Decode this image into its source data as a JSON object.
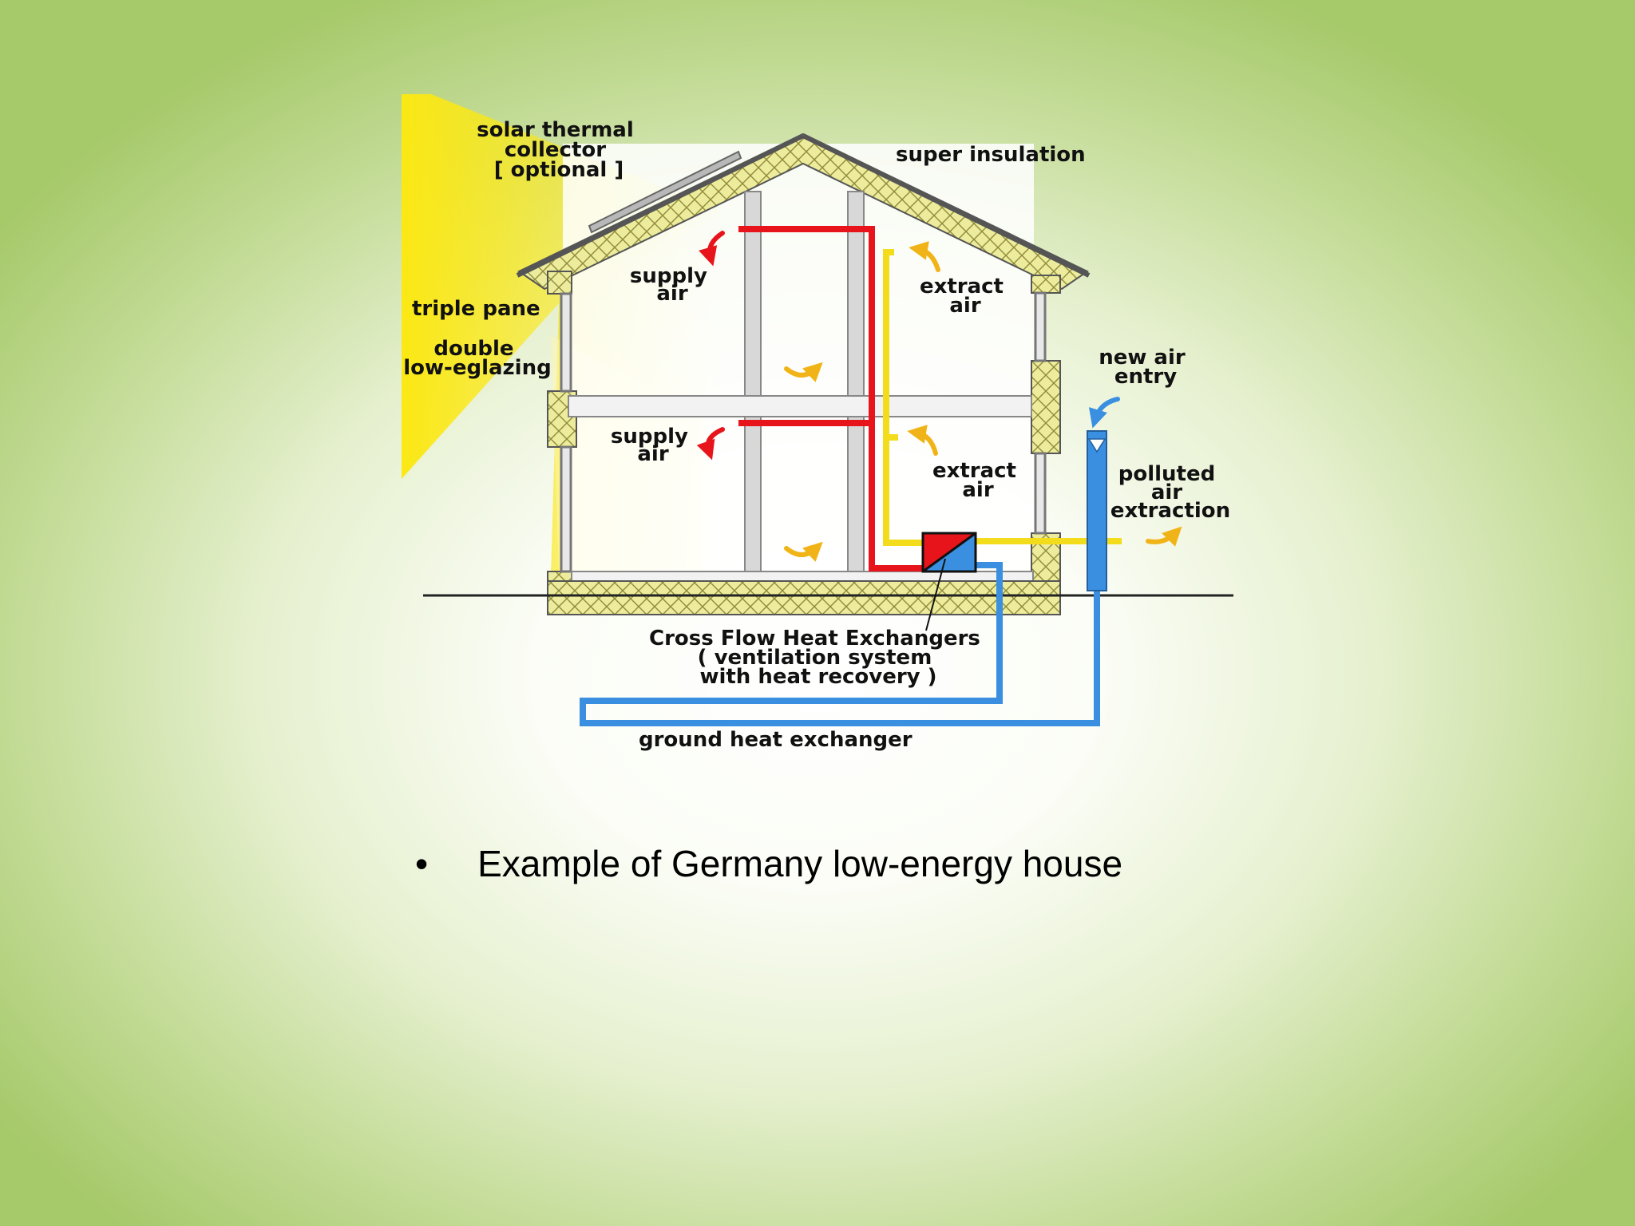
{
  "labels": {
    "solar_collector": [
      "solar thermal",
      "collector",
      "[ optional ]"
    ],
    "super_insulation": "super insulation",
    "triple_pane": "triple pane",
    "double_glazing": [
      "double",
      "low-eglazing"
    ],
    "supply_air_upper": [
      "supply",
      "air"
    ],
    "supply_air_lower": [
      "supply",
      "air"
    ],
    "extract_air_upper": [
      "extract",
      "air"
    ],
    "extract_air_lower": [
      "extract",
      "air"
    ],
    "new_air_entry": [
      "new air",
      "entry"
    ],
    "polluted_air": [
      "polluted",
      "air",
      "extraction"
    ],
    "heat_exchanger": [
      "Cross Flow Heat Exchangers",
      "( ventilation system",
      "with heat recovery )"
    ],
    "ground_heat_exchanger": "ground heat exchanger"
  },
  "bullet": {
    "marker": "•",
    "text": "Example of Germany low-energy house"
  },
  "colors": {
    "supply_air": "#e8141c",
    "extract_air": "#f2dc1c",
    "fresh_air": "#3a8fe0",
    "insulation": "#ecec9c",
    "sunlight": "#fbe814"
  }
}
